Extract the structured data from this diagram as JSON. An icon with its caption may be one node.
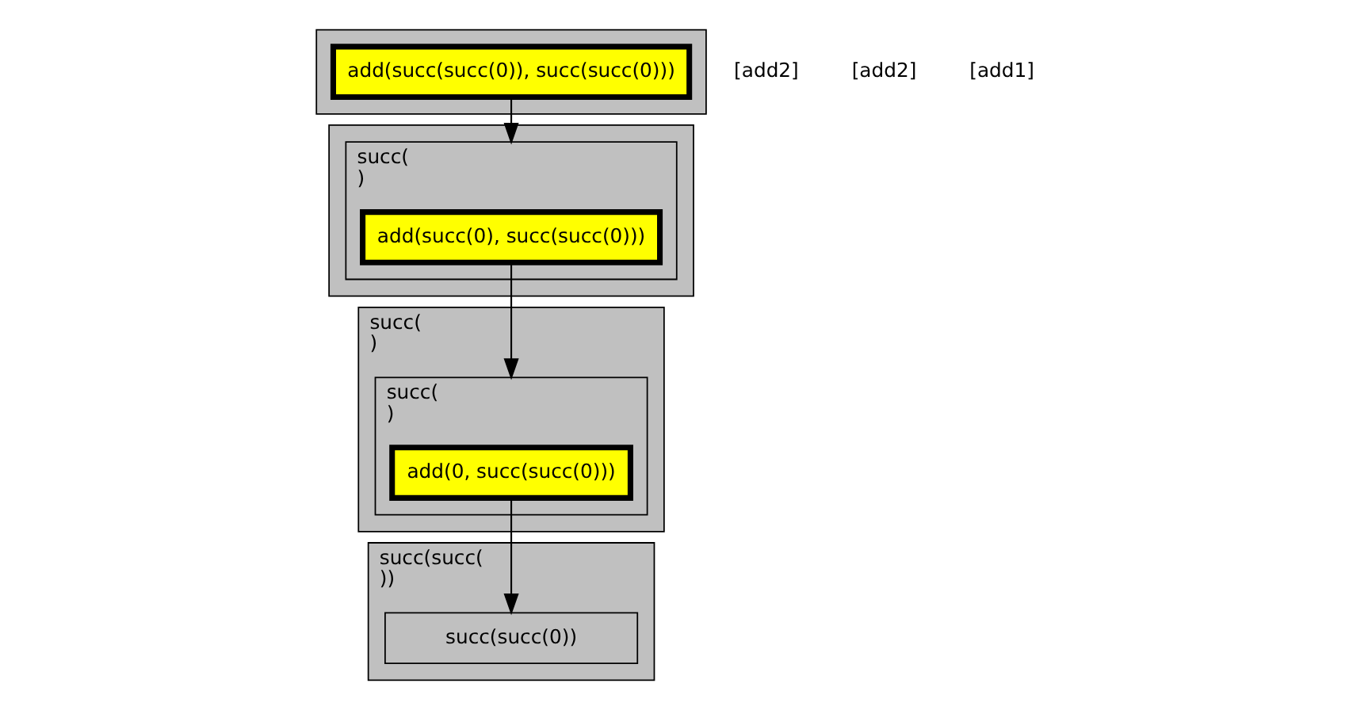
{
  "diagram": {
    "nodes": [
      {
        "text": [],
        "shape": "box"
      },
      {
        "text": [
          "add(succ(succ(0)), succ(succ(0)))"
        ],
        "in": 0
      },
      {
        "text": [],
        "shape": "box"
      },
      {
        "text": [
          "succ(",
          ")"
        ],
        "in": 2
      },
      {
        "text": [
          "add(succ(0), succ(succ(0)))"
        ],
        "in": 3
      },
      {
        "text": [
          "succ(",
          ")"
        ]
      },
      {
        "text": [
          "succ(",
          ")"
        ],
        "in": 5
      },
      {
        "text": [
          "add(0, succ(succ(0)))"
        ],
        "in": 6
      },
      {
        "text": [
          "succ(succ(",
          "))"
        ]
      },
      {
        "text": [
          "succ(succ(0))"
        ],
        "in": 8
      }
    ],
    "edges": [
      {
        "from": 1,
        "to": 3,
        "arrow": "to"
      },
      {
        "from": 4,
        "to": 6,
        "arrow": "to"
      },
      {
        "from": 7,
        "to": 9,
        "arrow": "to"
      }
    ],
    "labels": [
      "[add2]",
      "[add2]",
      "[add1]"
    ]
  }
}
